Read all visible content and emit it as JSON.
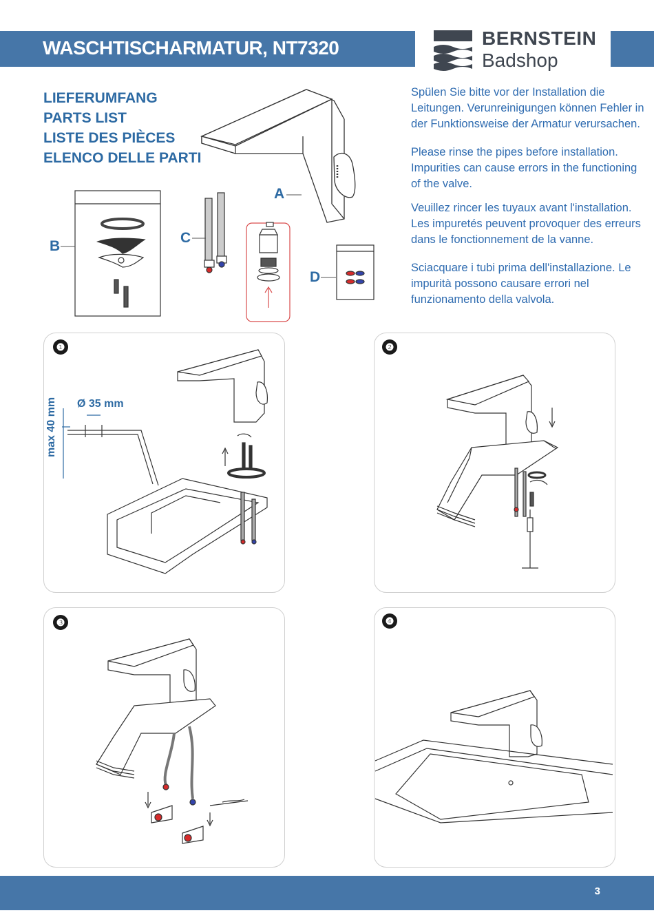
{
  "header": {
    "title": "WASCHTISCHARMATUR, NT7320",
    "brand_name": "BERNSTEIN",
    "brand_sub": "Badshop"
  },
  "parts_list": {
    "headings": [
      "LIEFERUMFANG",
      "PARTS LIST",
      "LISTE DES PIÈCES",
      "ELENCO DELLE PARTI"
    ],
    "labels": {
      "a": "A",
      "b": "B",
      "c": "C",
      "d": "D"
    }
  },
  "instructions": {
    "de": "Spülen Sie bitte vor der Installation die Leitungen. Verunreinigungen können Fehler in der Funktionsweise der Armatur verursachen.",
    "en": "Please rinse the pipes before installation. Impurities can cause errors in the functioning of the valve.",
    "fr": "Veuillez rincer les tuyaux avant l'installation. Les impuretés peuvent provoquer des erreurs dans le fonctionnement de la vanne.",
    "it": "Sciacquare i tubi prima dell'installazione. Le impurità possono causare errori nel funzionamento della valvola."
  },
  "steps": {
    "s1": "❶",
    "s2": "❷",
    "s3": "❸",
    "s4": "❹",
    "dim_diameter": "Ø 35 mm",
    "dim_height": "max 40 mm"
  },
  "footer": {
    "page": "3"
  },
  "colors": {
    "band": "#4676a8",
    "heading": "#2d6aa3",
    "text": "#2e6bb0"
  }
}
